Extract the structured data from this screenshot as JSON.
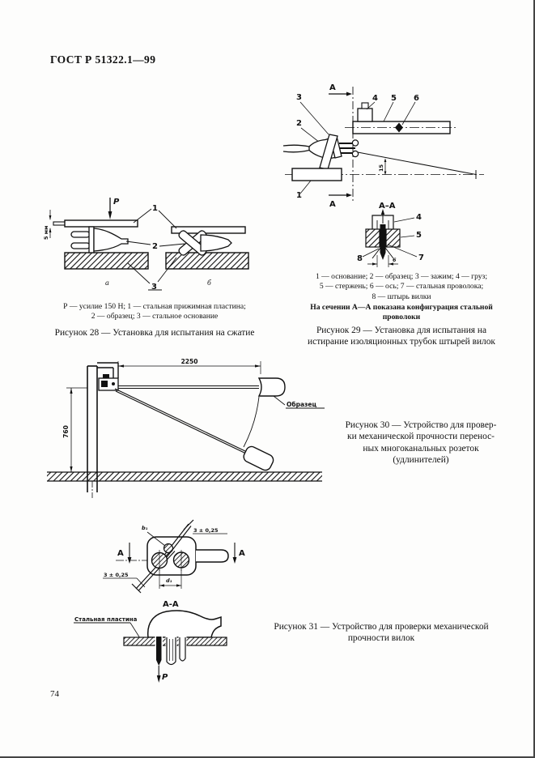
{
  "page": {
    "header": "ГОСТ Р 51322.1—99",
    "page_number": "74"
  },
  "fig28": {
    "drawing": {
      "force_label": "Р",
      "thickness_dim": "5 мм",
      "part1": "1",
      "part2": "2",
      "part3": "3",
      "sub_a": "а",
      "sub_b": "б"
    },
    "legend_line1": "Р — усилие 150 Н; 1 — стальная прижимная пластина;",
    "legend_line2": "2 — образец; 3 — стальное основание",
    "title": "Рисунок 28 — Установка для испытания на сжатие"
  },
  "fig29": {
    "drawing": {
      "section_a_top": "А",
      "section_a_bottom": "А",
      "section_label": "А–А",
      "part1": "1",
      "part2": "2",
      "part3": "3",
      "part4": "4",
      "part5": "5",
      "part6": "6",
      "part7": "7",
      "part8": "8",
      "dim_15": "15",
      "dim_6": "6"
    },
    "legend_line1": "1 — основание; 2 — образец; 3 — зажим; 4 — груз;",
    "legend_line2": "5 — стержень; 6 — ось; 7 — стальная проволока;",
    "legend_line3": "8 — штырь вилки",
    "note_line1": "На сечении А—А показана конфигурация стальной",
    "note_line2": "проволоки",
    "title_line1": "Рисунок 29 — Установка для испытания на",
    "title_line2": "истирание изоляционных трубок штырей вилок"
  },
  "fig30": {
    "drawing": {
      "dim_width": "2250",
      "dim_height": "760",
      "sample_label": "Образец"
    },
    "title_line1": "Рисунок 30 — Устройство для провер-",
    "title_line2": "ки механической прочности перенос-",
    "title_line3": "ных многоканальных розеток",
    "title_line4": "(удлинителей)"
  },
  "fig31": {
    "drawing": {
      "section_a_left": "А",
      "section_a_right": "А",
      "section_label": "А-А",
      "dim_b1": "b₁",
      "dim_d1": "d₁",
      "tol_top": "3 ± 0,25",
      "tol_bottom": "3 ± 0,25",
      "force_label": "Р",
      "plate_label": "Стальная пластина"
    },
    "title_line1": "Рисунок 31 — Устройство для проверки механической",
    "title_line2": "прочности вилок"
  }
}
